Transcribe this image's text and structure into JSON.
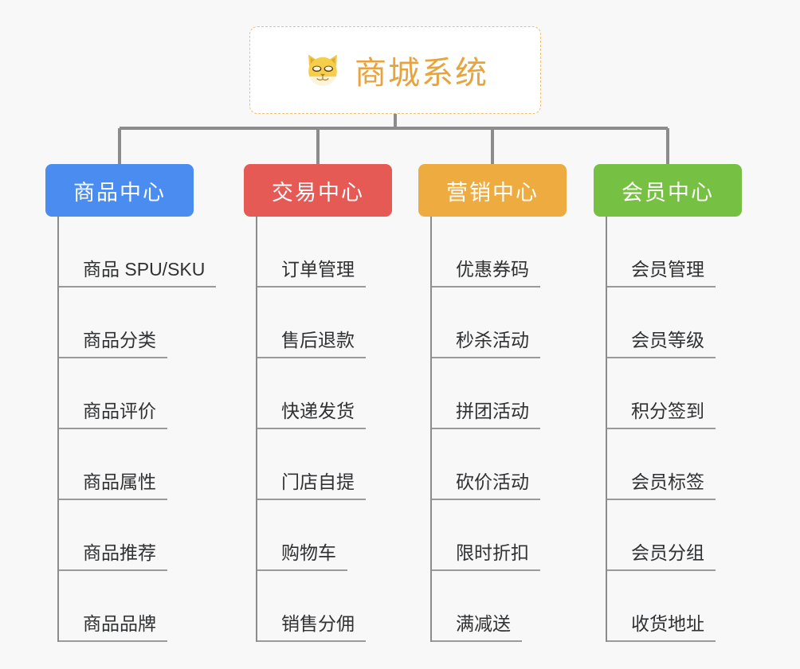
{
  "diagram": {
    "type": "org-chart",
    "background_color": "#f8f8f8",
    "root": {
      "title": "商城系统",
      "icon": "shiba-dog-emoji",
      "text_color": "#e8a33d",
      "border_color": "#f0c070",
      "background_color": "#ffffff"
    },
    "connector_color": "#8c8c8c",
    "branches": [
      {
        "label": "商品中心",
        "color": "#4a8cf0",
        "items": [
          "商品 SPU/SKU",
          "商品分类",
          "商品评价",
          "商品属性",
          "商品推荐",
          "商品品牌"
        ]
      },
      {
        "label": "交易中心",
        "color": "#e55a55",
        "items": [
          "订单管理",
          "售后退款",
          "快递发货",
          "门店自提",
          "购物车",
          "销售分佣"
        ]
      },
      {
        "label": "营销中心",
        "color": "#eeab3f",
        "items": [
          "优惠券码",
          "秒杀活动",
          "拼团活动",
          "砍价活动",
          "限时折扣",
          "满减送"
        ]
      },
      {
        "label": "会员中心",
        "color": "#76c043",
        "items": [
          "会员管理",
          "会员等级",
          "积分签到",
          "会员标签",
          "会员分组",
          "收货地址"
        ]
      }
    ]
  }
}
